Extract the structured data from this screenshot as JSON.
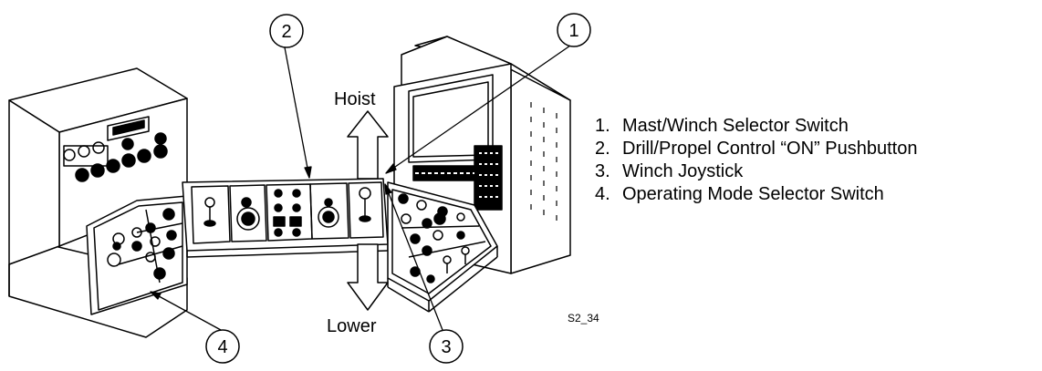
{
  "callouts": [
    {
      "number": "1",
      "item": "Mast/Winch Selector Switch"
    },
    {
      "number": "2",
      "item": "Drill/Propel Control “ON” Pushbutton"
    },
    {
      "number": "3",
      "item": "Winch Joystick"
    },
    {
      "number": "4",
      "item": "Operating Mode Selector Switch"
    }
  ],
  "legend_numbers": [
    "1.",
    "2.",
    "3.",
    "4."
  ],
  "direction_labels": {
    "up": "Hoist",
    "down": "Lower"
  },
  "figure_id": "S2_34"
}
